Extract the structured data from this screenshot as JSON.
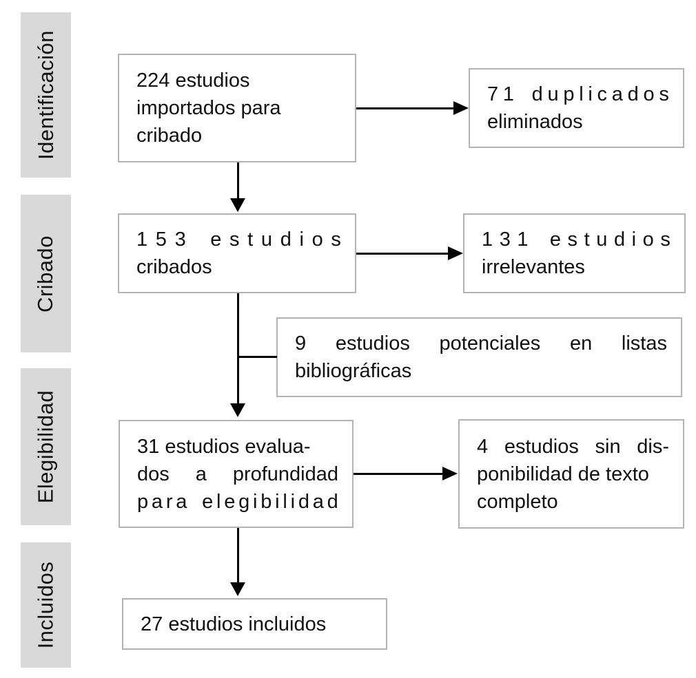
{
  "sidebar": {
    "stages": [
      {
        "label": "Identificación"
      },
      {
        "label": "Cribado"
      },
      {
        "label": "Elegibilidad"
      },
      {
        "label": "Incluidos"
      }
    ]
  },
  "boxes": {
    "imported": {
      "lines": [
        "224 estudios",
        "importados para",
        "cribado"
      ]
    },
    "duplicates": {
      "lines": [
        "71 duplicados",
        "eliminados"
      ]
    },
    "screened": {
      "lines": [
        "153 estudios",
        "cribados"
      ]
    },
    "irrelevant": {
      "lines": [
        "131 estudios",
        "irrelevantes"
      ]
    },
    "potential": {
      "lines": [
        "9 estudios potenciales en listas",
        "bibliográficas"
      ]
    },
    "assessed": {
      "lines": [
        "31 estudios evalua-",
        "dos a profundidad",
        "para elegibilidad"
      ]
    },
    "no_fulltext": {
      "lines": [
        "4 estudios sin dis-",
        "ponibilidad de texto",
        "completo"
      ]
    },
    "included": {
      "lines": [
        "27 estudios incluidos"
      ]
    }
  },
  "colors": {
    "stage_background": "#d9d9d9",
    "box_border": "#b3b3b3",
    "connector": "#000000",
    "text": "#111111"
  }
}
